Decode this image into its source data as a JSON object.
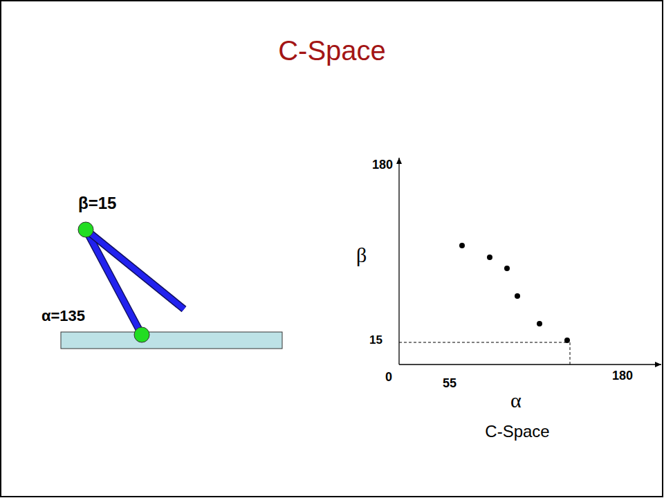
{
  "diagram": {
    "title": "C-Space",
    "labels": [
      "β=15",
      "α=135",
      "180",
      "β",
      "15",
      "0",
      "55",
      "180",
      "α",
      "C-Space"
    ]
  }
}
